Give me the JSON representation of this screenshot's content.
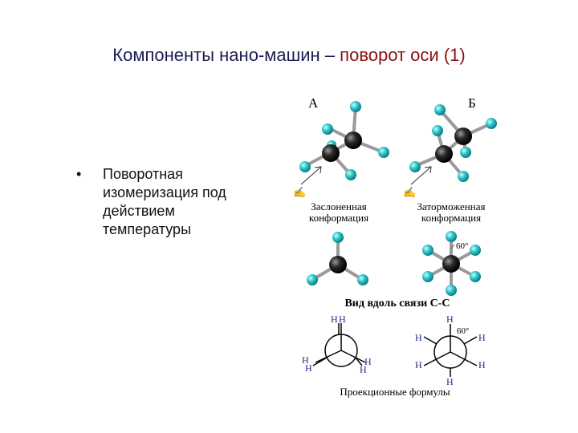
{
  "slide": {
    "title_part1": "Компоненты нано-машин – ",
    "title_part2": "поворот оси (1)",
    "bullet_symbol": "•",
    "bullet_text": "Поворотная изомеризация под действием температуры"
  },
  "figure": {
    "label_a": "А",
    "label_b": "Б",
    "eclipsed_line1": "Заслоненная",
    "eclipsed_line2": "конформация",
    "staggered_line1": "Заторможенная",
    "staggered_line2": "конформация",
    "angle_60": "60°",
    "view_caption": "Вид вдоль связи C-C",
    "atom_h": "H",
    "projection_caption": "Проекционные формулы"
  },
  "colors": {
    "title": "#1d1d55",
    "title_accent": "#8a1010",
    "carbon": "#222222",
    "hydrogen": "#2cc3c6"
  }
}
